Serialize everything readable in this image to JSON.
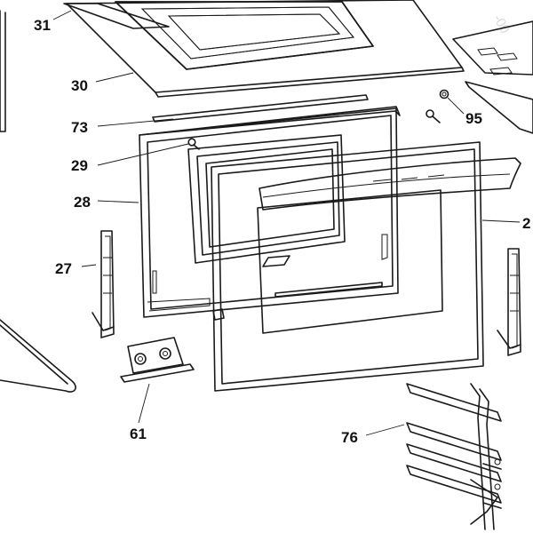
{
  "diagram": {
    "title": "Oven door assembly exploded view",
    "watermark": "-00",
    "labels": {
      "p31": "31",
      "p30": "30",
      "p73": "73",
      "p95": "95",
      "p29": "29",
      "p28": "28",
      "p2x": "2",
      "p27": "27",
      "p61": "61",
      "p76": "76"
    }
  }
}
